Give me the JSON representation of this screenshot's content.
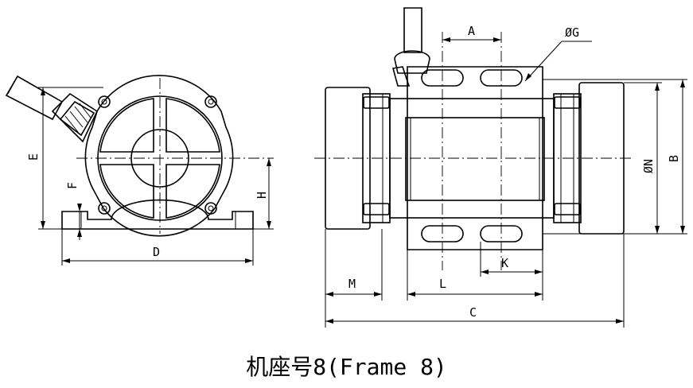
{
  "caption": "机座号8(Frame 8)",
  "dimensions": {
    "A": "A",
    "G": "ØG",
    "E": "E",
    "F": "F",
    "H": "H",
    "D": "D",
    "N": "ØN",
    "B": "B",
    "M": "M",
    "L": "L",
    "K": "K",
    "C": "C"
  }
}
